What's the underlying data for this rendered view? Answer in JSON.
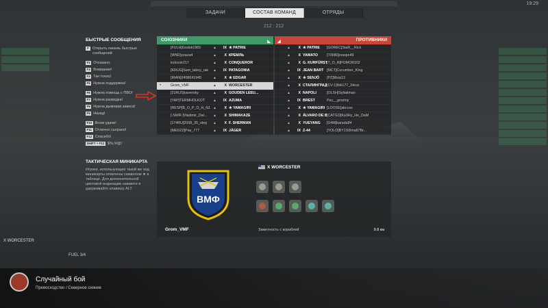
{
  "tabs": [
    {
      "label": "ЗАДАЧИ",
      "active": false
    },
    {
      "label": "СОСТАВ КОМАНД",
      "active": true
    },
    {
      "label": "ОТРЯДЫ",
      "active": false
    }
  ],
  "time": "19:29",
  "score": "212 : 212",
  "quick_messages": {
    "title": "БЫСТРЫЕ СООБЩЕНИЯ",
    "items": [
      {
        "key": "F",
        "text": "Открыть панель быстрых сообщений"
      },
      {
        "key": "F2",
        "text": "Отказано."
      },
      {
        "key": "F3",
        "text": "Внимание!"
      },
      {
        "key": "F4",
        "text": "Так точно!"
      },
      {
        "key": "F5",
        "text": "Нужна поддержка!"
      },
      {
        "key": "F6",
        "text": "Нужна помощь с ПВО!"
      },
      {
        "key": "F7",
        "text": "Нужна разведка!"
      },
      {
        "key": "F8",
        "text": "Нужна дымовая завеса!"
      },
      {
        "key": "F9",
        "text": "Назад!"
      },
      {
        "key": "F10",
        "text": "Всем удачи!"
      },
      {
        "key": "F11",
        "text": "Отлично сыграно!"
      },
      {
        "key": "F12",
        "text": "Спасибо!"
      },
      {
        "key": "SHIFT + F12",
        "text": "$%;!#@!"
      }
    ]
  },
  "minimap": {
    "title": "ТАКТИЧЕСКАЯ МИНИКАРТА",
    "text": "Игроки, использующие такой же ход миникарты отмечены символом ★ в таблице. Для дополнительной цветовой индикации нажмите и удерживайте клавишу ALT."
  },
  "allies": {
    "title": "СОЮЗНИКИ",
    "rows": [
      {
        "player": "[FULH]Godok1965",
        "tier": "IX",
        "ship": "★ PATRIE"
      },
      {
        "player": "[WND]zzaza4",
        "tier": "X",
        "ship": "КРЕМЛЬ"
      },
      {
        "player": "kolcook217",
        "tier": "X",
        "ship": "CONQUEROR"
      },
      {
        "player": "[KRUG]Sam_takoy_rak",
        "tier": "IX",
        "ship": "PATAGONIA"
      },
      {
        "player": "[IRAN]2408641945",
        "tier": "X",
        "ship": "★ EDGAR"
      },
      {
        "player": "Grom_VMF",
        "tier": "X",
        "ship": "WORCESTER",
        "self": true
      },
      {
        "player": "[21RUS]vaversky",
        "tier": "X",
        "ship": "GOUDEN LEEU..."
      },
      {
        "player": "[YAP]TERMHOLKOT",
        "tier": "IX",
        "ship": "AZUMA"
      },
      {
        "player": "[RESP]B_O_P_O_H_N1",
        "tier": "X",
        "ship": "★ YAMAGIRI"
      },
      {
        "player": "[-SWR-]Vladimir_Dal...",
        "tier": "X",
        "ship": "SHIMAKAZE"
      },
      {
        "player": "[174RU]2008_35_oleg",
        "tier": "X",
        "ship": "F. SHERMAN"
      },
      {
        "player": "[MEDZZ]Pav_777",
        "tier": "IX",
        "ship": "JÄGER"
      }
    ]
  },
  "enemies": {
    "title": "ПРОТИВНИКИ",
    "rows": [
      {
        "tier": "X",
        "ship": "★ PATRIE",
        "player": "[GOREC]StaR__Rick"
      },
      {
        "tier": "X",
        "ship": "YAMATO",
        "player": "[T0080]novipo49"
      },
      {
        "tier": "X",
        "ship": "G. KURFÜRST",
        "player": "[T_O_R]POMOR102"
      },
      {
        "tier": "IX",
        "ship": "JEAN BART",
        "player": "[MCT]Cucumber_King"
      },
      {
        "tier": "X",
        "ship": "★ SENJŌ",
        "player": "[PZ]Mxia13"
      },
      {
        "tier": "X",
        "ship": "СТАЛИНГРАД",
        "player": "[CV-1]Nik177_34rus"
      },
      {
        "tier": "X",
        "ship": "NAPOLI",
        "player": "[OLSH]Syliakman"
      },
      {
        "tier": "IX",
        "ship": "BREST",
        "player": "Pav__grozmy"
      },
      {
        "tier": "X",
        "ship": "★ YAMAGIRI",
        "player": "[LOOSE]abccss"
      },
      {
        "tier": "X",
        "ship": "ÁLVARO DE B...",
        "player": "[CATGO]Ka3Hy_He_DaM"
      },
      {
        "tier": "X",
        "ship": "YUEYANG",
        "player": "[U4M]barada84"
      },
      {
        "tier": "IX",
        "ship": "Z-44",
        "player": "[YOLO]BY1S0lma87Br..."
      }
    ]
  },
  "detail": {
    "player": "Grom_VMF",
    "ship": "X WORCESTER",
    "emblem_text": "ВМФ",
    "detect_label": "Заметность с кораблей",
    "detect_value": "9.8 км"
  },
  "hud": {
    "ship": "X WORCESTER",
    "fuel": "FUEL 3/4"
  },
  "mode": {
    "title": "Случайный бой",
    "subtitle": "Превосходство / Северное сияние"
  }
}
